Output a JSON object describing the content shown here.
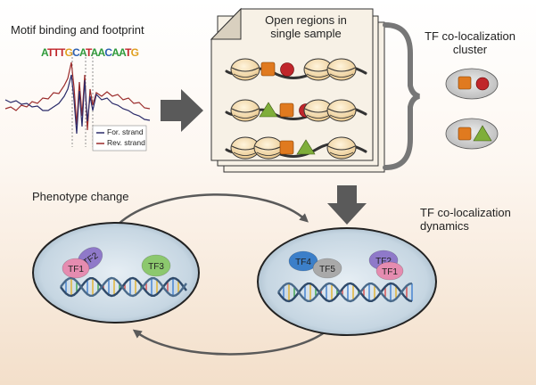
{
  "motif_panel": {
    "title": "Motif binding and footprint",
    "motif_logo": "ATTTGCATAACAATG",
    "legend": [
      {
        "label": "For. strand",
        "color": "#2b2b6a"
      },
      {
        "label": "Rev. strand",
        "color": "#9a2a2a"
      }
    ]
  },
  "open_regions": {
    "title_line1": "Open regions in",
    "title_line2": "single sample"
  },
  "cluster": {
    "title_line1": "TF co-localization",
    "title_line2": "cluster"
  },
  "phenotype": {
    "title": "Phenotype change"
  },
  "dynamics": {
    "title_line1": "TF co-localization",
    "title_line2": "dynamics"
  },
  "cell_left": {
    "tfs": [
      {
        "label": "TF1",
        "color": "#e58cb0"
      },
      {
        "label": "TF2",
        "color": "#8f79c9"
      },
      {
        "label": "TF3",
        "color": "#8cc86e"
      }
    ]
  },
  "cell_right": {
    "tfs": [
      {
        "label": "TF4",
        "color": "#3c7fc9"
      },
      {
        "label": "TF5",
        "color": "#a9a9a9"
      },
      {
        "label": "TF2",
        "color": "#8f79c9"
      },
      {
        "label": "TF1",
        "color": "#e58cb0"
      }
    ]
  },
  "colors": {
    "arrow": "#5a5a5a",
    "sheet": "#f7f1e6",
    "nucleosome": "#f3d9a8",
    "square_tf": "#e07a1f",
    "circle_tf": "#c0262b",
    "triangle_tf": "#7fae3a",
    "cell_fill": "#bcd0de",
    "oval_fill": "#cfcfcf"
  }
}
